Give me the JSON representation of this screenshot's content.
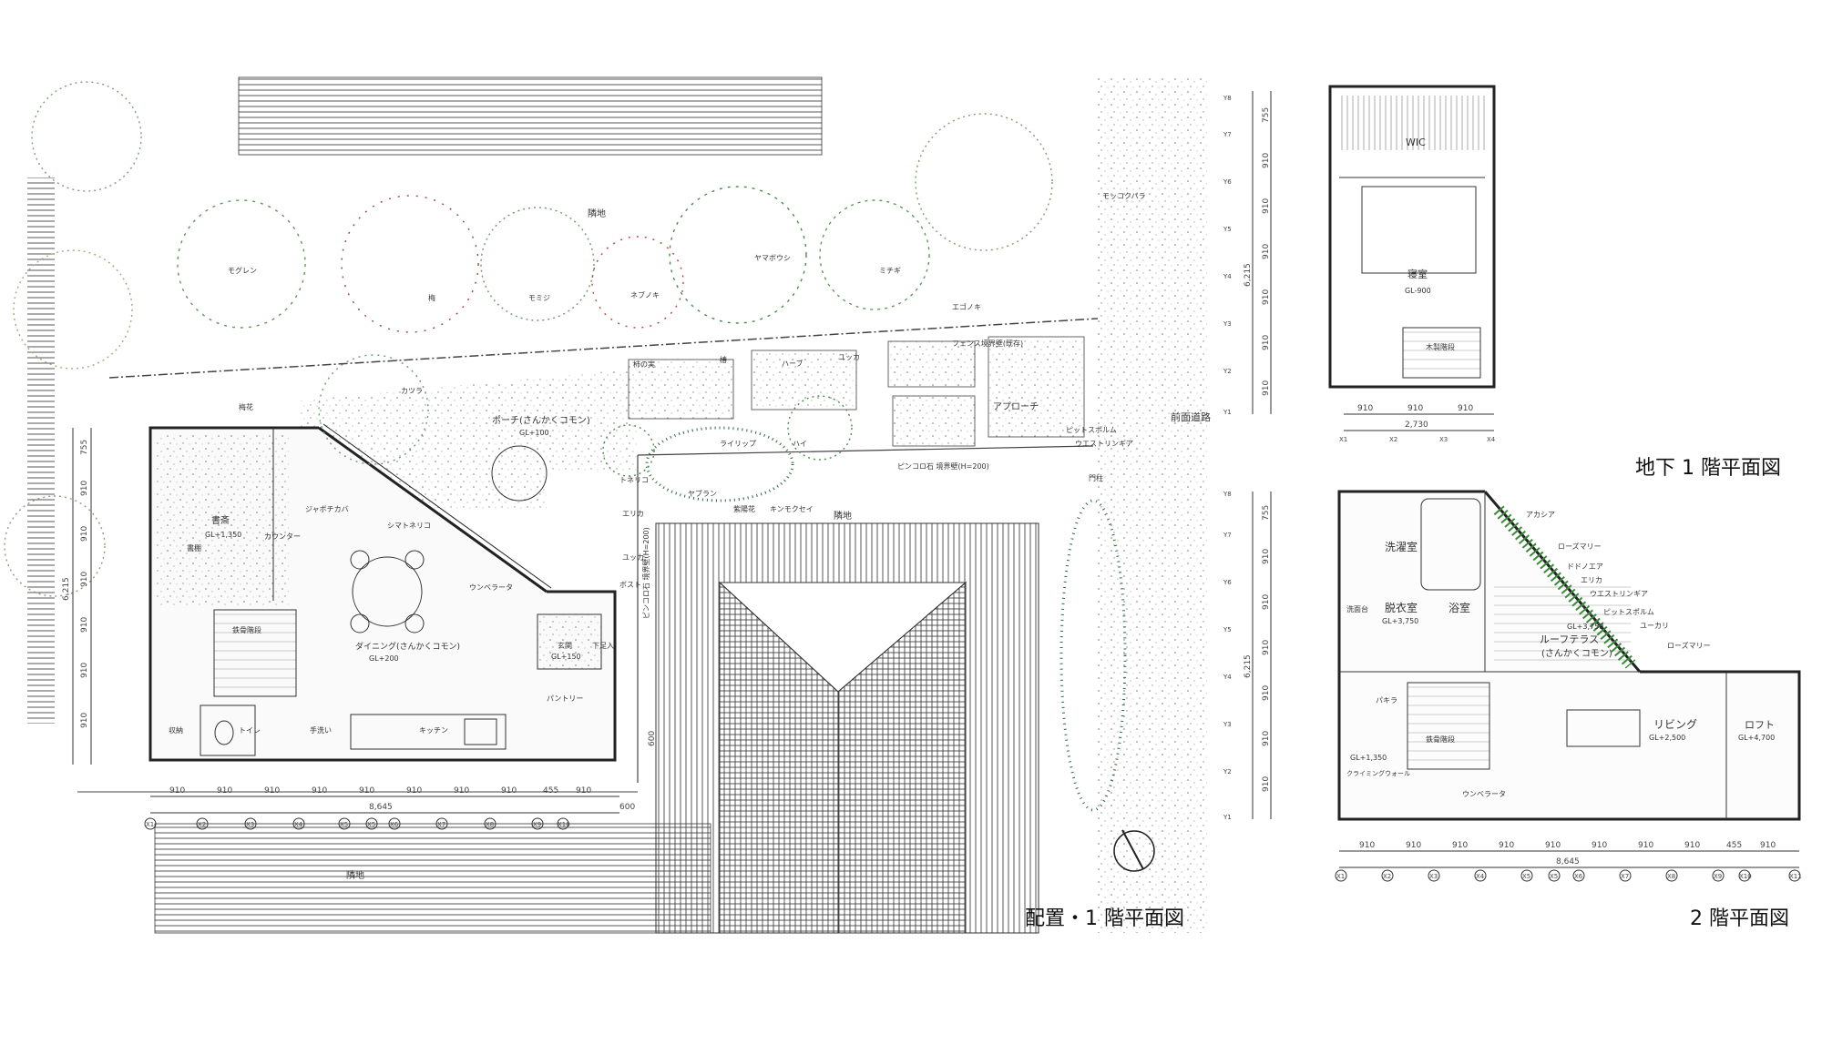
{
  "titles": {
    "site_plan": "配置・1 階平面図",
    "basement": "地下 1 階平面図",
    "second": "2 階平面図"
  },
  "site": {
    "neighbor_top": "隣地",
    "neighbor_bottom": "隣地",
    "neighbor_right": "隣地",
    "front_road": "前面道路",
    "fence": "フェンス境界壁(既存)",
    "boundary": "ピンコロ石 境界壁(H=200)",
    "boundary_v": "ピンコロ石 境界壁(H=200)",
    "approach": "アプローチ"
  },
  "plants_site": [
    "モグレン",
    "梅",
    "モミジ",
    "ネブノキ",
    "ヤマボウシ",
    "ミチギ",
    "エゴノキ",
    "モッコクバラ",
    "カツラ",
    "柿の実",
    "椿",
    "ハーブ",
    "ユッカ",
    "ハイ",
    "トネリコ",
    "エリカ",
    "ユッカ",
    "ボスト",
    "ピットスポルム",
    "ウエストリンギア",
    "門柱",
    "ジャボチカバ",
    "シマトネリコ",
    "ウンベラータ",
    "紫陽花",
    "キンモクセイ",
    "ライリップ",
    "ヤブラン",
    "梅花"
  ],
  "rooms_gf": {
    "porch": "ポーチ(さんかくコモン)",
    "porch_gl": "GL+100",
    "study": "書斎",
    "study_gl": "GL+1,350",
    "counter": "カウンター",
    "bookshelf": "書棚",
    "dining": "ダイニング(さんかくコモン)",
    "dining_gl": "GL+200",
    "stair": "鉄骨階段",
    "entrance": "玄関",
    "entrance_gl": "GL+150",
    "shoe": "下足入",
    "pantry": "パントリー",
    "storage": "収納",
    "toilet": "トイレ",
    "wash": "手洗い",
    "kitchen": "キッチン",
    "dim_600": "600"
  },
  "dims_gf": [
    "910",
    "910",
    "910",
    "910",
    "910",
    "910",
    "910",
    "910",
    "455",
    "910"
  ],
  "dim_gf_total": "8,645",
  "dim_gf_600": "600",
  "axes_x": [
    "X1",
    "X2",
    "X3",
    "X4",
    "X5",
    "X5",
    "X6",
    "X7",
    "X8",
    "X9",
    "X10"
  ],
  "axes_y": [
    "Y8",
    "Y7",
    "Y6",
    "Y5",
    "Y4",
    "Y3",
    "Y2",
    "Y1"
  ],
  "dims_y": [
    "755",
    "910",
    "910",
    "910",
    "910",
    "910",
    "910"
  ],
  "dim_y_total": "6,215",
  "rooms_b1": {
    "wic": "WIC",
    "bedroom": "寝室",
    "bedroom_gl": "GL-900",
    "stair": "木製階段"
  },
  "dims_b1": [
    "910",
    "910",
    "910"
  ],
  "dim_b1_total": "2,730",
  "axes_b1": [
    "X1",
    "X2",
    "X3",
    "X4"
  ],
  "rooms_2f": {
    "laundry": "洗濯室",
    "bath": "浴室",
    "dressing": "脱衣室",
    "dressing_gl": "GL+3,750",
    "washstand": "洗面台",
    "roof_terrace": "ルーフテラス",
    "roof_terrace_sub": "(さんかくコモン)",
    "terrace_gl": "GL+3,750",
    "living": "リビング",
    "living_gl": "GL+2,500",
    "loft": "ロフト",
    "loft_gl": "GL+4,700",
    "stair": "鉄骨階段",
    "study_gl": "GL+1,350",
    "climbing": "クライミングウォール",
    "plant1": "パキラ",
    "plant2": "ウンベラータ"
  },
  "plants_2f": [
    "アカシア",
    "ローズマリー",
    "ドドノエア",
    "エリカ",
    "ウエストリンギア",
    "ピットスポルム",
    "ユーカリ",
    "ローズマリー"
  ],
  "dims_2f": [
    "910",
    "910",
    "910",
    "910",
    "910",
    "910",
    "910",
    "910",
    "455",
    "910"
  ],
  "dim_2f_total": "8,645",
  "axes_2f": [
    "X1",
    "X2",
    "X3",
    "X4",
    "X5",
    "X5",
    "X6",
    "X7",
    "X8",
    "X9",
    "X10",
    "X11"
  ]
}
